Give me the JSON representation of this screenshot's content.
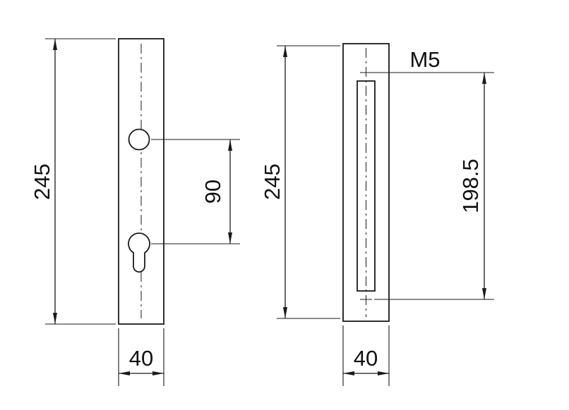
{
  "drawing": {
    "type": "technical-drawing",
    "description": "Two orthographic views of a lock backplate with dimensions",
    "left_view": {
      "height_label": "245",
      "hole_spacing_label": "90",
      "width_label": "40"
    },
    "right_view": {
      "height_label": "245",
      "thread_label": "M5",
      "screw_spacing_label": "198.5",
      "width_label": "40"
    },
    "line_color": "#1a1a1a",
    "background_color": "#ffffff"
  }
}
